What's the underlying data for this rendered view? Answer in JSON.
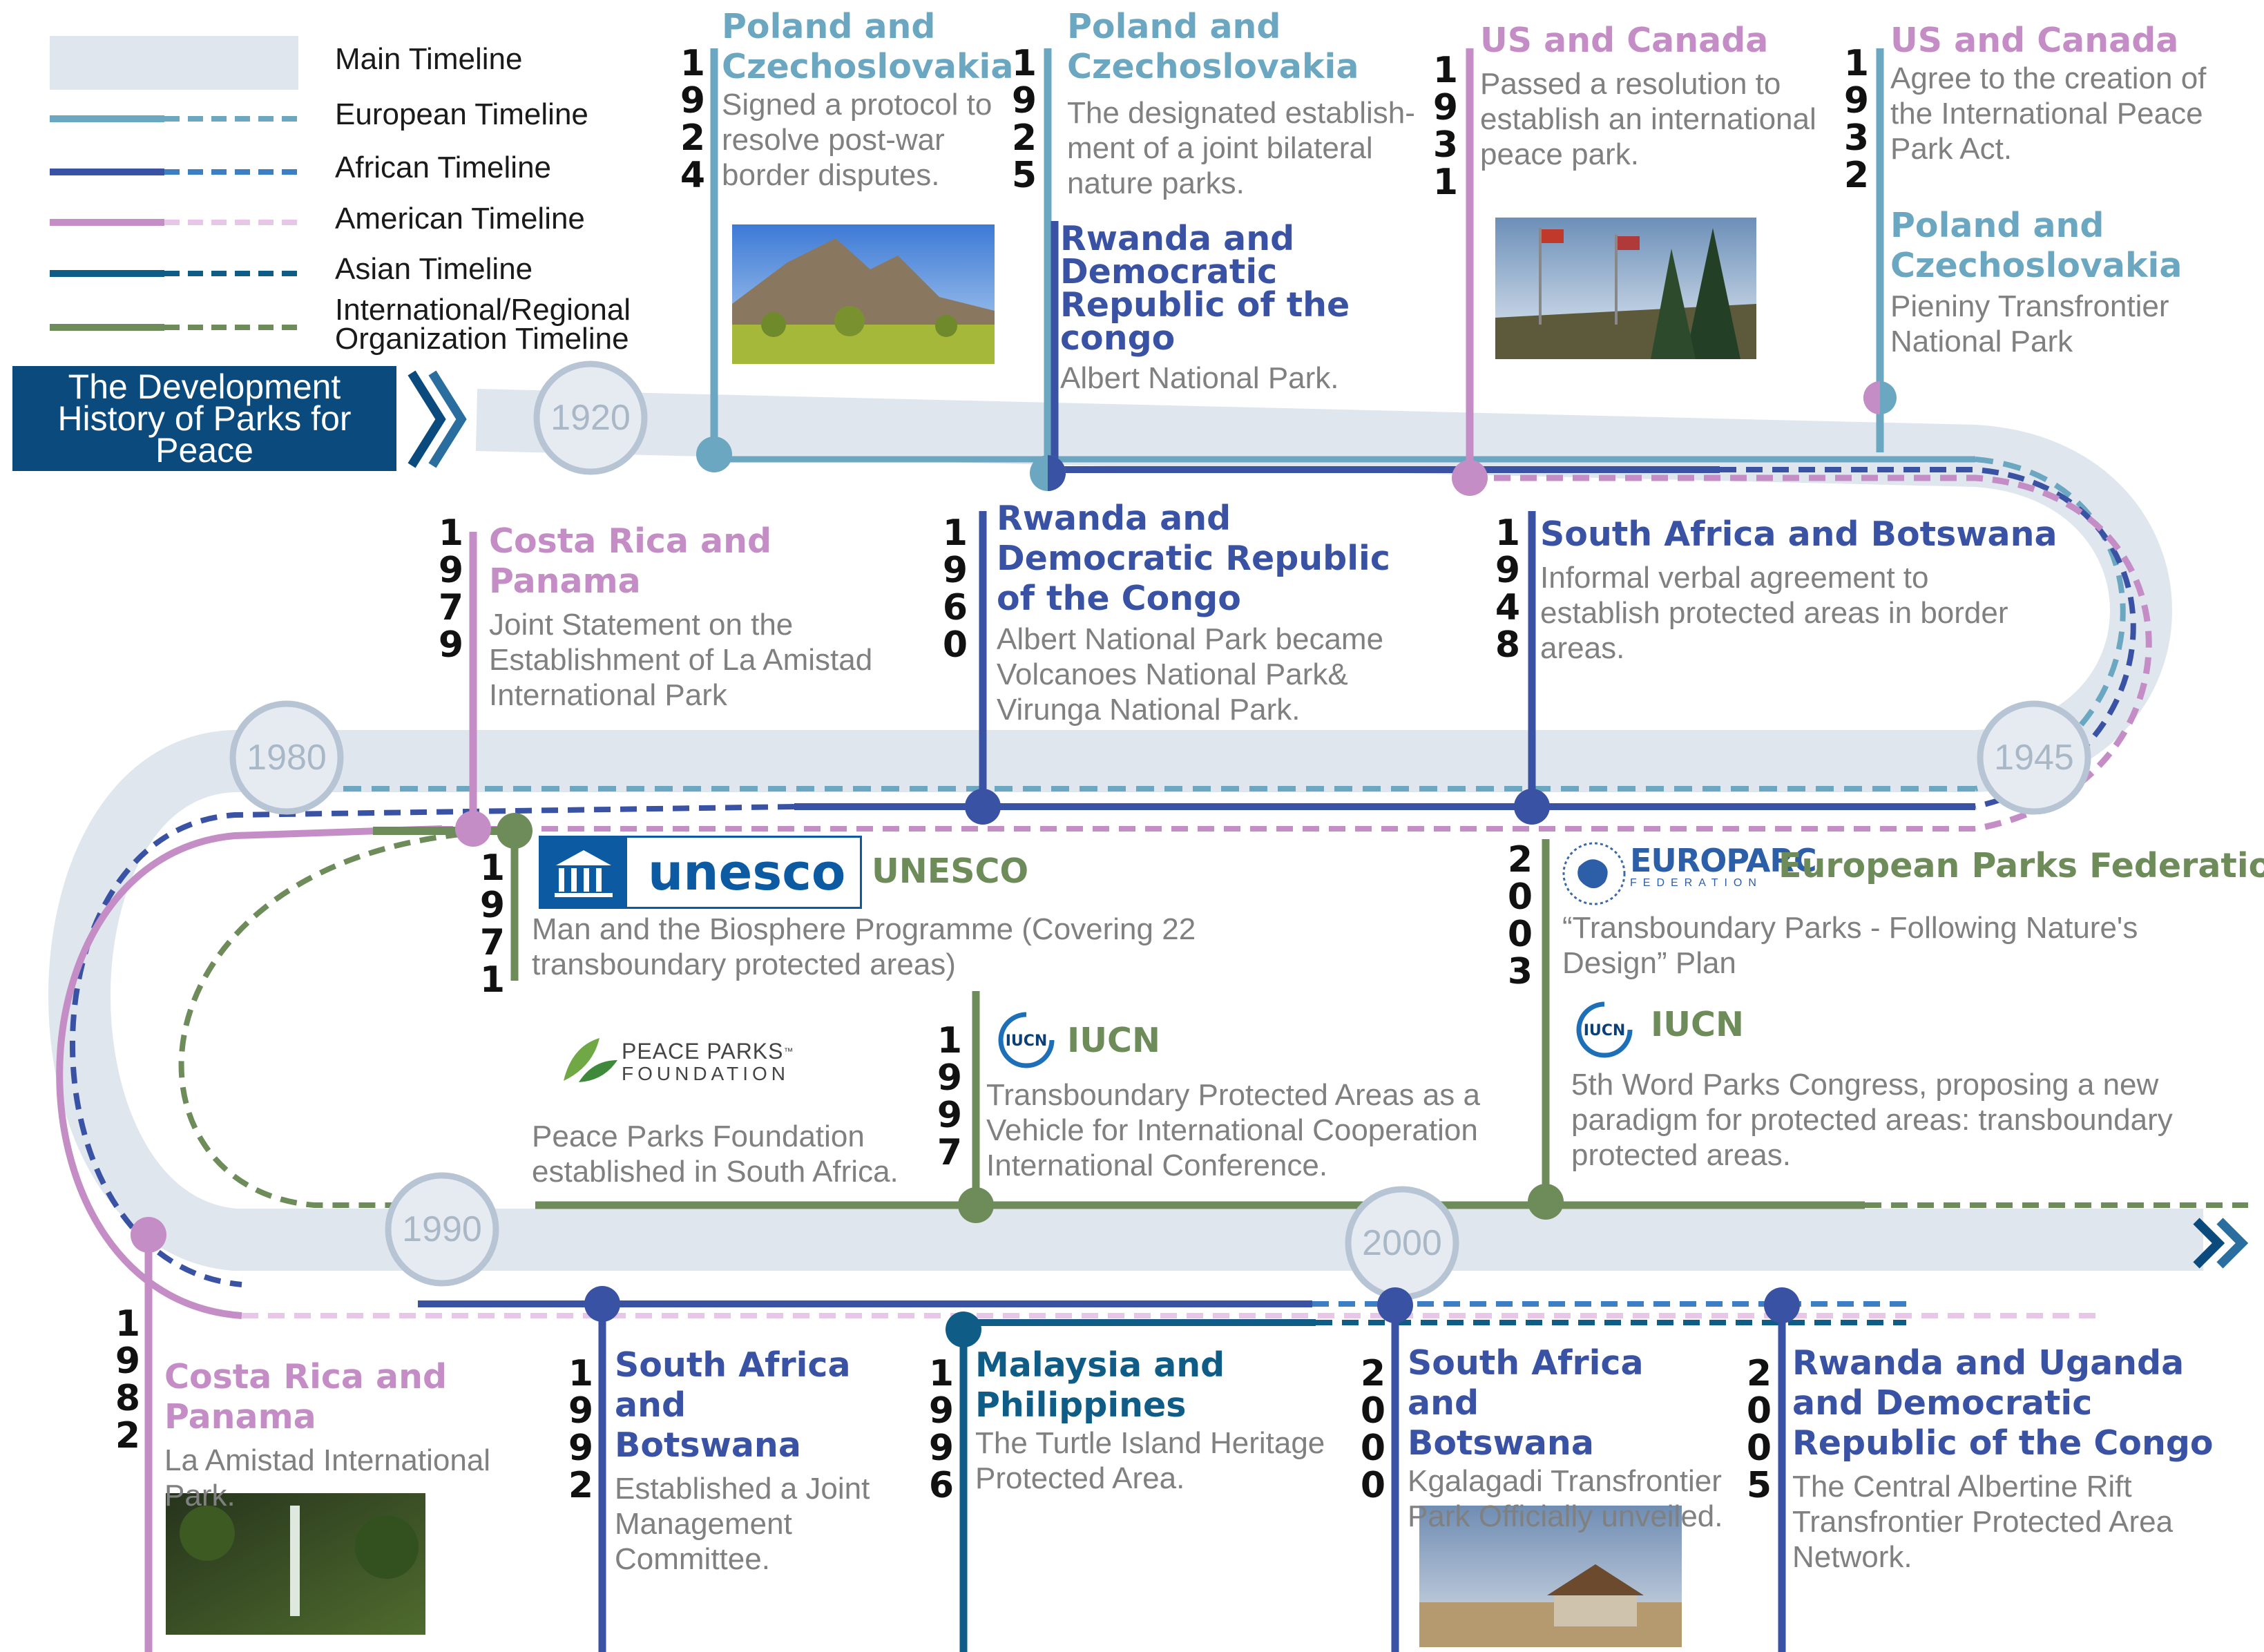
{
  "title": "The Development History of Parks for Peace",
  "legend": [
    {
      "label": "Main Timeline",
      "color": "#e0e6ee"
    },
    {
      "label": "European Timeline",
      "color": "#6ba7c1"
    },
    {
      "label": "African Timeline",
      "color": "#3a52a4"
    },
    {
      "label": "American Timeline",
      "color": "#c48dc6"
    },
    {
      "label": "Asian Timeline",
      "color": "#0f5d86"
    },
    {
      "label": "International/Regional Organization Timeline",
      "color": "#6e8b5a"
    }
  ],
  "decade_markers": [
    "1920",
    "1945",
    "1980",
    "1990",
    "2000"
  ],
  "events": {
    "e1924": {
      "year": "1924",
      "title": "Poland and Czechoslovakia",
      "desc": "Signed a protocol to resolve post-war border disputes."
    },
    "e1925": {
      "year": "1925",
      "title": "Poland and Czechoslovakia",
      "desc": "The designated establish-ment of a joint bilateral nature parks."
    },
    "e1925b": {
      "title": "Rwanda and Democratic Republic of the congo",
      "desc": "Albert National Park."
    },
    "e1931": {
      "year": "1931",
      "title": "US and Canada",
      "desc": "Passed a resolution to establish an international peace park."
    },
    "e1932": {
      "year": "1932",
      "title": "US and Canada",
      "desc": "Agree to the creation of the International Peace Park Act."
    },
    "e1932b": {
      "title": "Poland and Czechoslovakia",
      "desc": "Pieniny Transfrontier National Park"
    },
    "e1979": {
      "year": "1979",
      "title": "Costa Rica and Panama",
      "desc": "Joint Statement on the Establishment of La Amistad International Park"
    },
    "e1960": {
      "year": "1960",
      "title": "Rwanda and Democratic Republic of the Congo",
      "desc": "Albert National Park became Volcanoes National Park& Virunga National Park."
    },
    "e1948": {
      "year": "1948",
      "title": "South Africa and Botswana",
      "desc": "Informal verbal agreement to establish protected areas in border areas."
    },
    "e1971": {
      "year": "1971",
      "logo": "unesco",
      "title": "UNESCO",
      "desc": "Man and the Biosphere Programme (Covering 22 transboundary protected areas)"
    },
    "e2003": {
      "year": "2003",
      "logo_top": "EUROPARC",
      "logo_sub": "FEDERATION",
      "title": "European Parks Federation",
      "desc": "“Transboundary Parks - Following Nature's Design” Plan"
    },
    "e2003b": {
      "logo": "IUCN",
      "title": "IUCN",
      "desc": "5th Word Parks Congress, proposing a new paradigm for protected areas: transboundary protected areas."
    },
    "epp": {
      "logo_top": "PEACE PARKS",
      "logo_tm": "™",
      "logo_sub": "FOUNDATION",
      "desc": "Peace Parks Foundation established in South Africa."
    },
    "e1997": {
      "year": "1997",
      "logo": "IUCN",
      "title": "IUCN",
      "desc": "Transboundary Protected Areas as a Vehicle for International Cooperation International Conference."
    },
    "e1982": {
      "year": "1982",
      "title": "Costa Rica and Panama",
      "desc": "La Amistad International Park."
    },
    "e1992": {
      "year": "1992",
      "title": "South Africa and Botswana",
      "desc": "Established a Joint Management Committee."
    },
    "e1996": {
      "year": "1996",
      "title": "Malaysia and Philippines",
      "desc": "The Turtle Island Heritage Protected Area."
    },
    "e2000": {
      "year": "2000",
      "title": "South Africa and Botswana",
      "desc": "Kgalagadi Transfrontier Park Officially unveiled."
    },
    "e2005": {
      "year": "2005",
      "title": "Rwanda and Uganda and Democratic Republic of the Congo",
      "desc": "The Central Albertine Rift Transfrontier Protected Area Network."
    }
  },
  "colors": {
    "main": "#e0e6ee",
    "marker_ring": "#b7c4d4",
    "european": "#6ba7c1",
    "african": "#3a52a4",
    "african_dash": "#3d7fc4",
    "american": "#c48dc6",
    "american_dash": "#e8c6e8",
    "asian": "#0f5d86",
    "org": "#6e8b5a",
    "banner": "#0b4a7c"
  }
}
